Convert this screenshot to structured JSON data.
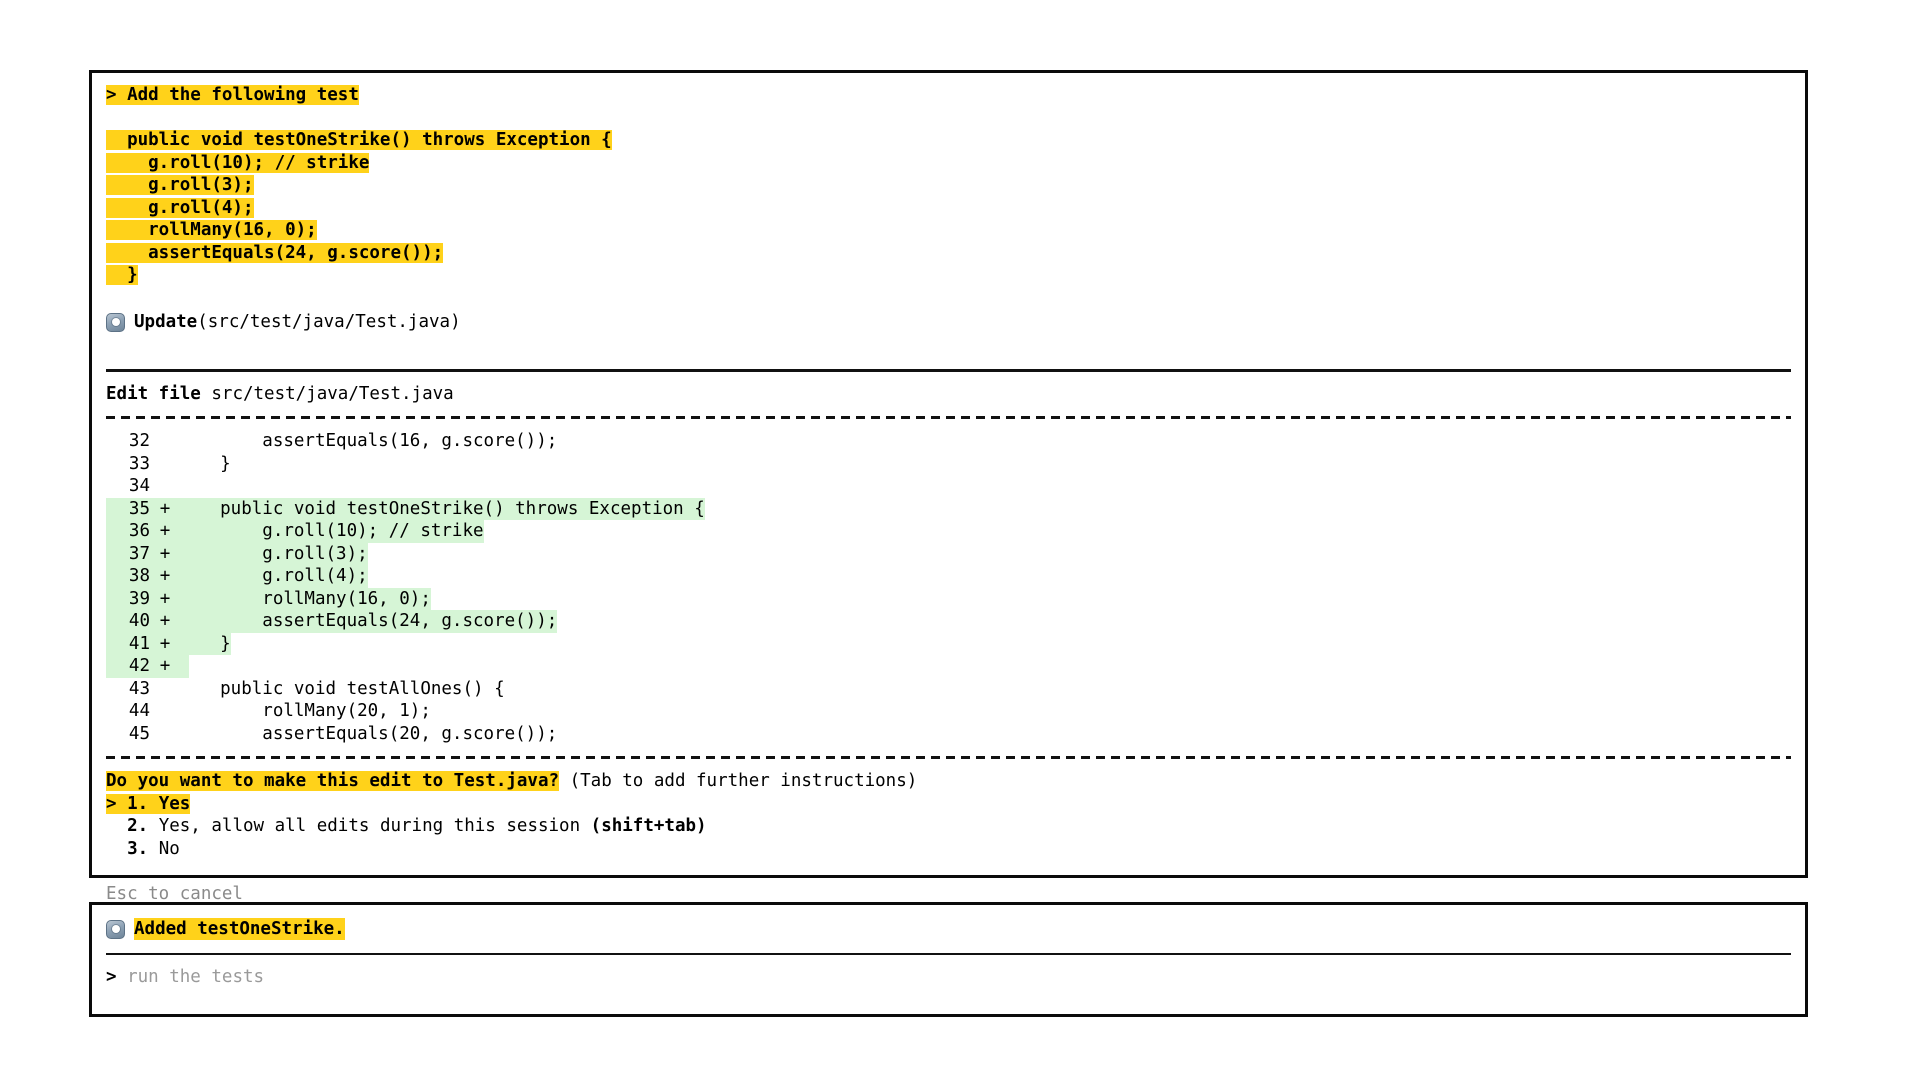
{
  "theme": {
    "highlight_color": "#ffd21a",
    "diff_add_color": "#d6f5d6",
    "text_color": "#000000",
    "dim_color": "#8a8a8a",
    "border_color": "#0a0a0a"
  },
  "main_panel": {
    "user_prompt": {
      "caret": ">",
      "text": "Add the following test"
    },
    "pasted_code": [
      "  public void testOneStrike() throws Exception {",
      "    g.roll(10); // strike",
      "    g.roll(3);",
      "    g.roll(4);",
      "    rollMany(16, 0);",
      "    assertEquals(24, g.score());",
      "  }"
    ],
    "tool_call": {
      "icon": "app-window-icon",
      "name": "Update",
      "args": "(src/test/java/Test.java)"
    },
    "edit_panel": {
      "title_label": "Edit file",
      "file_path": "src/test/java/Test.java",
      "diff": [
        {
          "line": "32",
          "sign": "",
          "code": "        assertEquals(16, g.score());",
          "added": false
        },
        {
          "line": "33",
          "sign": "",
          "code": "    }",
          "added": false
        },
        {
          "line": "34",
          "sign": "",
          "code": "",
          "added": false
        },
        {
          "line": "35",
          "sign": "+",
          "code": "    public void testOneStrike() throws Exception {",
          "added": true
        },
        {
          "line": "36",
          "sign": "+",
          "code": "        g.roll(10); // strike",
          "added": true
        },
        {
          "line": "37",
          "sign": "+",
          "code": "        g.roll(3);",
          "added": true
        },
        {
          "line": "38",
          "sign": "+",
          "code": "        g.roll(4);",
          "added": true
        },
        {
          "line": "39",
          "sign": "+",
          "code": "        rollMany(16, 0);",
          "added": true
        },
        {
          "line": "40",
          "sign": "+",
          "code": "        assertEquals(24, g.score());",
          "added": true
        },
        {
          "line": "41",
          "sign": "+",
          "code": "    }",
          "added": true
        },
        {
          "line": "42",
          "sign": "+",
          "code": "",
          "added": true
        },
        {
          "line": "43",
          "sign": "",
          "code": "    public void testAllOnes() {",
          "added": false
        },
        {
          "line": "44",
          "sign": "",
          "code": "        rollMany(20, 1);",
          "added": false
        },
        {
          "line": "45",
          "sign": "",
          "code": "        assertEquals(20, g.score());",
          "added": false
        }
      ]
    },
    "confirm": {
      "question": "Do you want to make this edit to Test.java?",
      "hint": "(Tab to add further instructions)",
      "options": [
        {
          "marker": ">",
          "number": "1.",
          "label": "Yes",
          "suffix": "",
          "selected": true
        },
        {
          "marker": "",
          "number": "2.",
          "label": "Yes, allow all edits during this session",
          "suffix": "(shift+tab)",
          "selected": false
        },
        {
          "marker": "",
          "number": "3.",
          "label": "No",
          "suffix": "",
          "selected": false
        }
      ],
      "cancel_hint": "Esc to cancel"
    }
  },
  "footer_panel": {
    "assistant_message": {
      "icon": "app-window-icon",
      "text": "Added testOneStrike."
    },
    "input": {
      "caret": ">",
      "value": "run the tests"
    }
  }
}
